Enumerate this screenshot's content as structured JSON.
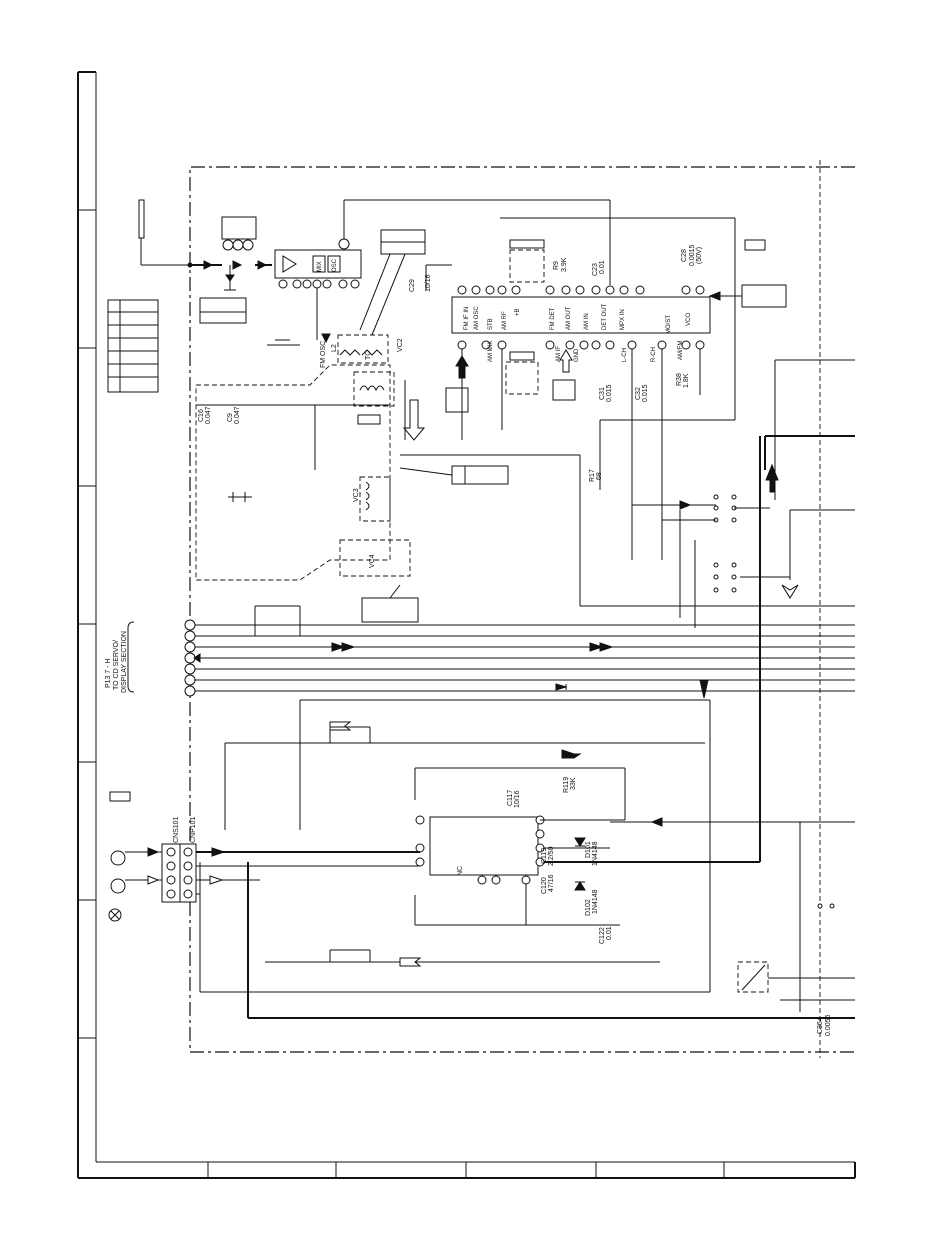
{
  "labels": {
    "section_ref_1": "P13 7 - H",
    "section_ref_2": "TO CD SERVO/",
    "section_ref_3": "DISPLAY SECTION",
    "cns101": "CNS101",
    "cnp101": "CNP101",
    "ic1_pins_top": [
      "FM IF IN",
      "AM OSC",
      "STB",
      "AM RF",
      "+B",
      "FM DET",
      "AM OUT",
      "AM IN",
      "DET OUT",
      "MPX IN",
      "VCO"
    ],
    "ic1_pins_bottom": [
      "AM MIX",
      "AM IF",
      "GND",
      "L-CH",
      "R-CH",
      "MO/ST",
      "AM/FM"
    ],
    "fm_osc": "FM OSC",
    "l2": "L2",
    "tc": "TC",
    "vc2": "VC2",
    "vc3": "VC3",
    "vc4": "VC4",
    "mix": "MIX",
    "osc": "OSC",
    "c29": "C29",
    "c29_val": "10/16",
    "r9": "R9",
    "r9_val": "3.9K",
    "c23": "C23",
    "c23_val": "0.01",
    "c28": "C28",
    "c28_val": "0.0015",
    "c28_sub": "(50V)",
    "c16": "C16",
    "c16_val": "0.047",
    "c9": "C9",
    "c9_val": "0.047",
    "c31": "C31",
    "c31_val": "0.015",
    "c32": "C32",
    "c32_val": "0.015",
    "r38": "R38",
    "r38_val": "1.8K",
    "r17": "R17",
    "r17_val": "68",
    "c117": "C117",
    "c117_val": "10/16",
    "r119": "R119",
    "r119_val": "33K",
    "c119": "C119",
    "c119_val": "2.2/50",
    "d101": "D101",
    "d101_val": "1N4148",
    "c120": "C120",
    "c120_val": "47/16",
    "d102": "D102",
    "d102_val": "1N4148",
    "c122": "C122",
    "c122_val": "0.01",
    "nc": "NC",
    "c354": "C354",
    "c354_val": "0.0056"
  }
}
